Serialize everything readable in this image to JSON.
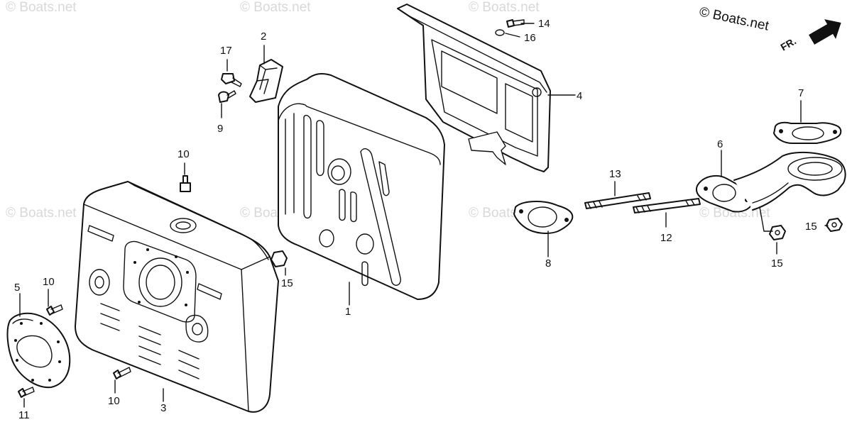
{
  "watermark": "© Boats.net",
  "copyright": "© Boats.net",
  "front_label": "FR.",
  "callouts": {
    "c1": "1",
    "c2": "2",
    "c3": "3",
    "c4": "4",
    "c5": "5",
    "c6": "6",
    "c7": "7",
    "c8": "8",
    "c9": "9",
    "c10a": "10",
    "c10b": "10",
    "c10c": "10",
    "c11": "11",
    "c12": "12",
    "c13": "13",
    "c14": "14",
    "c15a": "15",
    "c15b": "15",
    "c15c": "15",
    "c16": "16",
    "c17": "17"
  }
}
